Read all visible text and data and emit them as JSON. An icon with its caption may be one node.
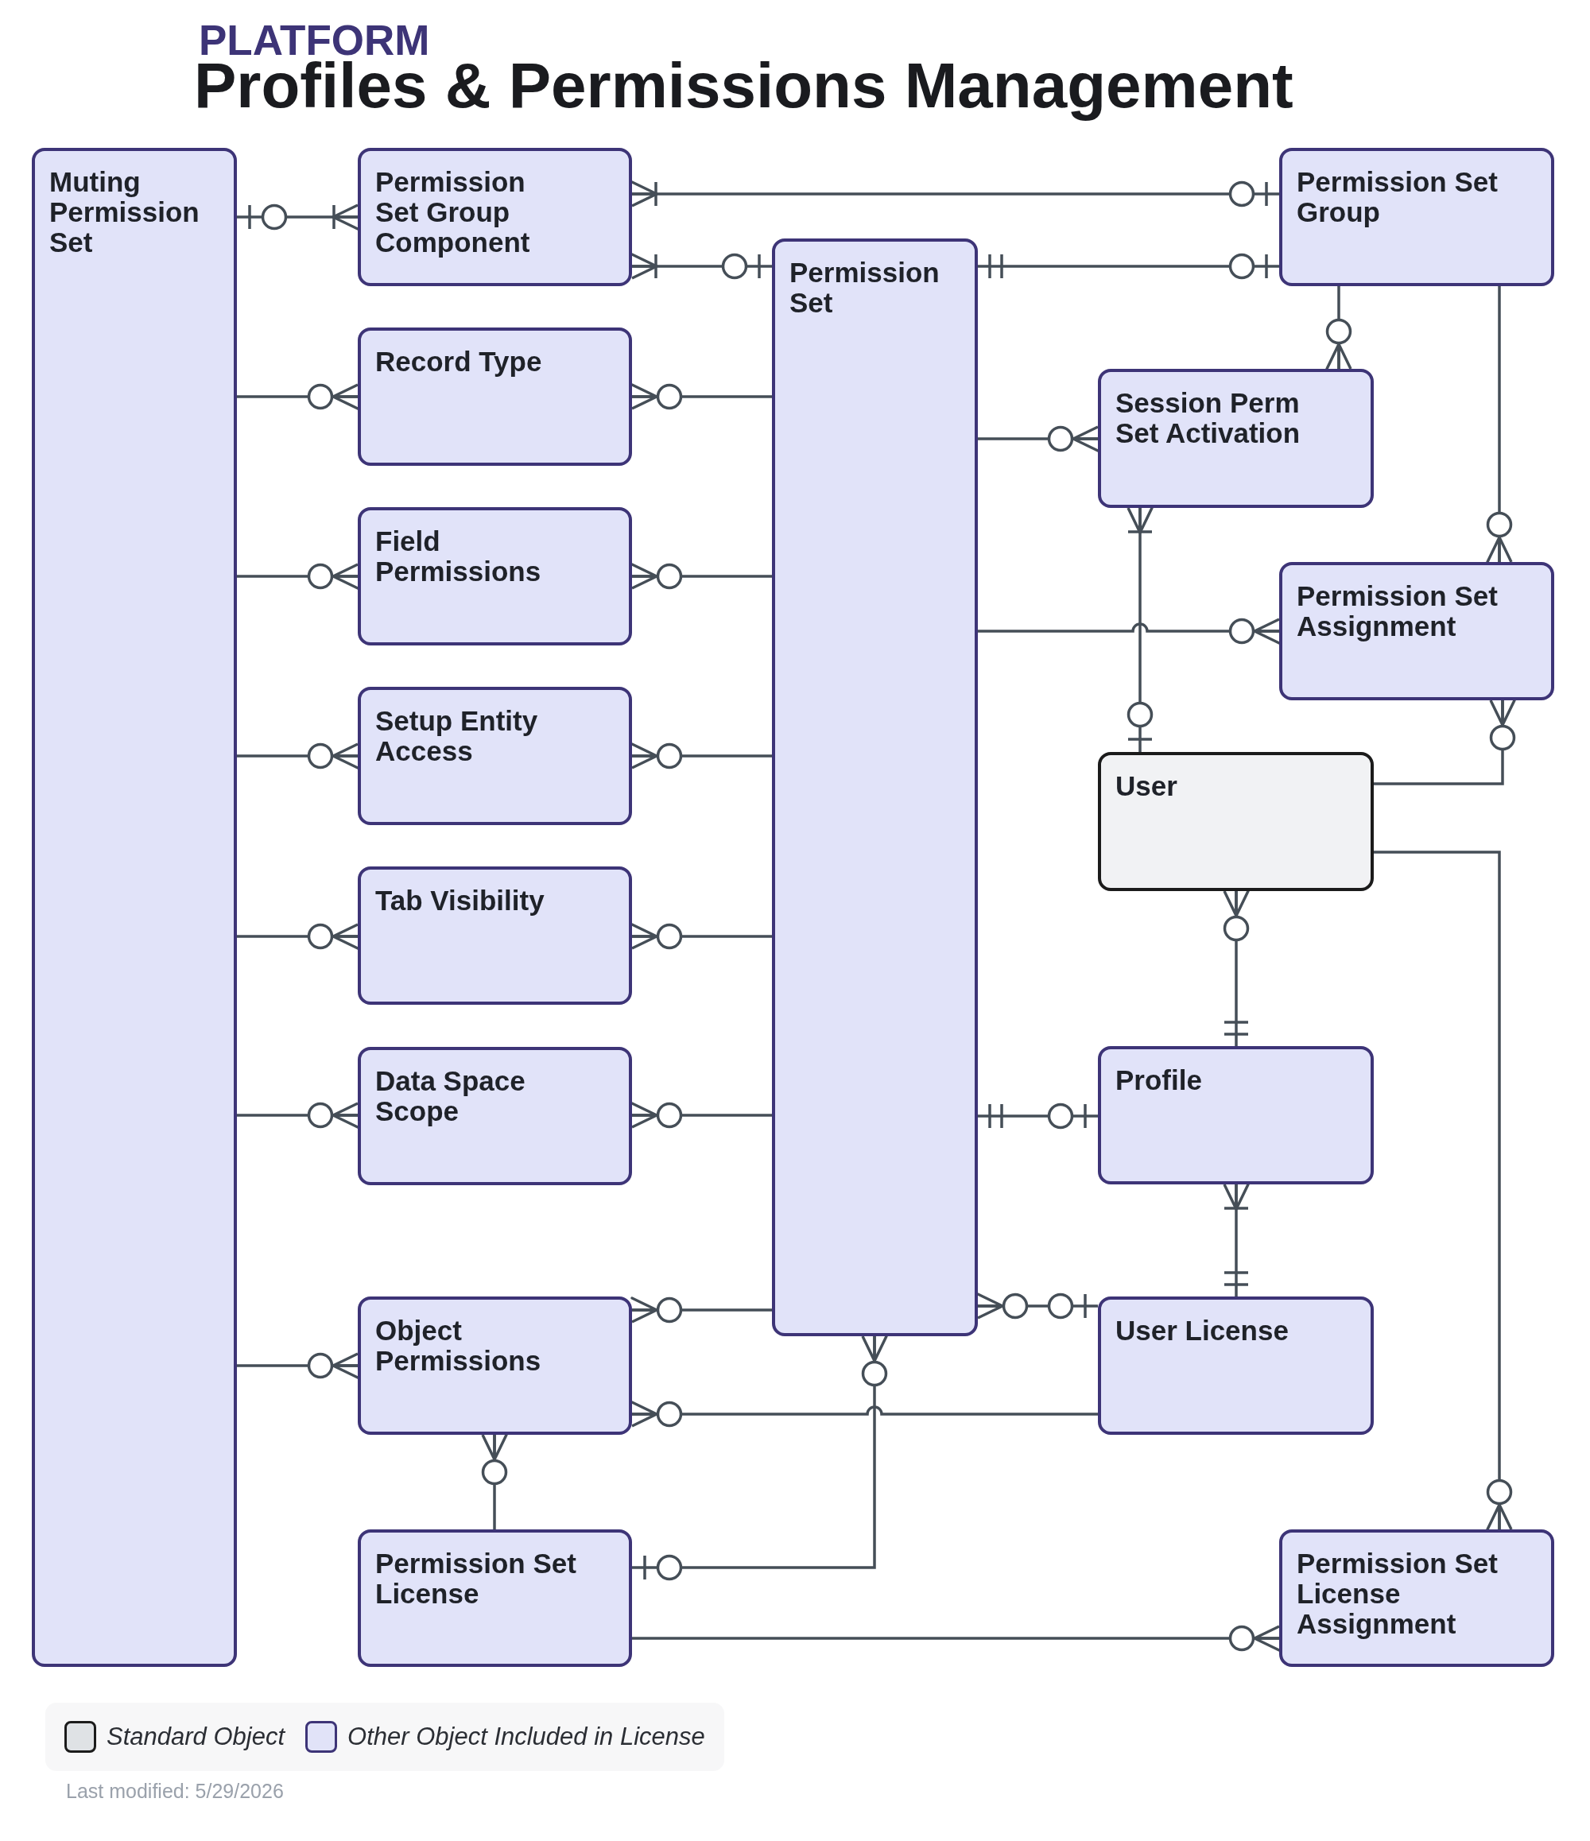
{
  "diagram": {
    "title": "Profiles & Permissions Management",
    "nodes": [
      {
        "text": [
          "Muting Permission Set"
        ]
      },
      {
        "text": [
          "Permission Set Group Component"
        ]
      },
      {
        "text": [
          "Permission Set Group"
        ]
      },
      {
        "text": [
          "Permission Set"
        ]
      },
      {
        "text": [
          "Record Type"
        ]
      },
      {
        "text": [
          "Session Perm Set Activation"
        ]
      },
      {
        "text": [
          "Field Permissions"
        ]
      },
      {
        "text": [
          "Permission Set Assignment"
        ]
      },
      {
        "text": [
          "Setup Entity Access"
        ]
      },
      {
        "text": [
          "User"
        ]
      },
      {
        "text": [
          "Tab Visibility"
        ]
      },
      {
        "text": [
          "Data Space Scope"
        ]
      },
      {
        "text": [
          "Profile"
        ]
      },
      {
        "text": [
          "Object Permissions"
        ]
      },
      {
        "text": [
          "User License"
        ]
      },
      {
        "text": [
          "Permission Set License"
        ]
      },
      {
        "text": [
          "Permission Set License Assignment"
        ]
      }
    ],
    "edges": [
      {
        "from": 0,
        "to": 1,
        "arrow": "other"
      },
      {
        "from": 1,
        "to": 2,
        "arrow": "other"
      },
      {
        "from": 1,
        "to": 3,
        "arrow": "other"
      },
      {
        "from": 3,
        "to": 2,
        "arrow": "other"
      },
      {
        "from": 0,
        "to": 4,
        "arrow": "other"
      },
      {
        "from": 4,
        "to": 3,
        "arrow": "other"
      },
      {
        "from": 3,
        "to": 5,
        "arrow": "other"
      },
      {
        "from": 2,
        "to": 5,
        "arrow": "other"
      },
      {
        "from": 0,
        "to": 6,
        "arrow": "other"
      },
      {
        "from": 6,
        "to": 3,
        "arrow": "other"
      },
      {
        "from": 3,
        "to": 7,
        "arrow": "other"
      },
      {
        "from": 2,
        "to": 7,
        "arrow": "other"
      },
      {
        "from": 5,
        "to": 9,
        "arrow": "other"
      },
      {
        "from": 0,
        "to": 8,
        "arrow": "other"
      },
      {
        "from": 8,
        "to": 3,
        "arrow": "other"
      },
      {
        "from": 7,
        "to": 9,
        "arrow": "other"
      },
      {
        "from": 0,
        "to": 10,
        "arrow": "other"
      },
      {
        "from": 10,
        "to": 3,
        "arrow": "other"
      },
      {
        "from": 9,
        "to": 16,
        "arrow": "other"
      },
      {
        "from": 9,
        "to": 12,
        "arrow": "other"
      },
      {
        "from": 0,
        "to": 11,
        "arrow": "other"
      },
      {
        "from": 11,
        "to": 3,
        "arrow": "other"
      },
      {
        "from": 3,
        "to": 12,
        "arrow": "other"
      },
      {
        "from": 12,
        "to": 14,
        "arrow": "other"
      },
      {
        "from": 3,
        "to": 14,
        "arrow": "other"
      },
      {
        "from": 0,
        "to": 13,
        "arrow": "other"
      },
      {
        "from": 13,
        "to": 3,
        "arrow": "other"
      },
      {
        "from": 13,
        "to": 14,
        "arrow": "other"
      },
      {
        "from": 3,
        "to": 15,
        "arrow": "other"
      },
      {
        "from": 13,
        "to": 15,
        "arrow": "other"
      },
      {
        "from": 15,
        "to": 16,
        "arrow": "other"
      }
    ],
    "labels": [
      "PLATFORM",
      "Last modified: 5/29/2026"
    ],
    "legend": [
      {
        "text": "Standard Object",
        "color": "#dfe2e5"
      },
      {
        "text": "Other Object Included in License",
        "color": "#e1e3f8"
      }
    ]
  }
}
